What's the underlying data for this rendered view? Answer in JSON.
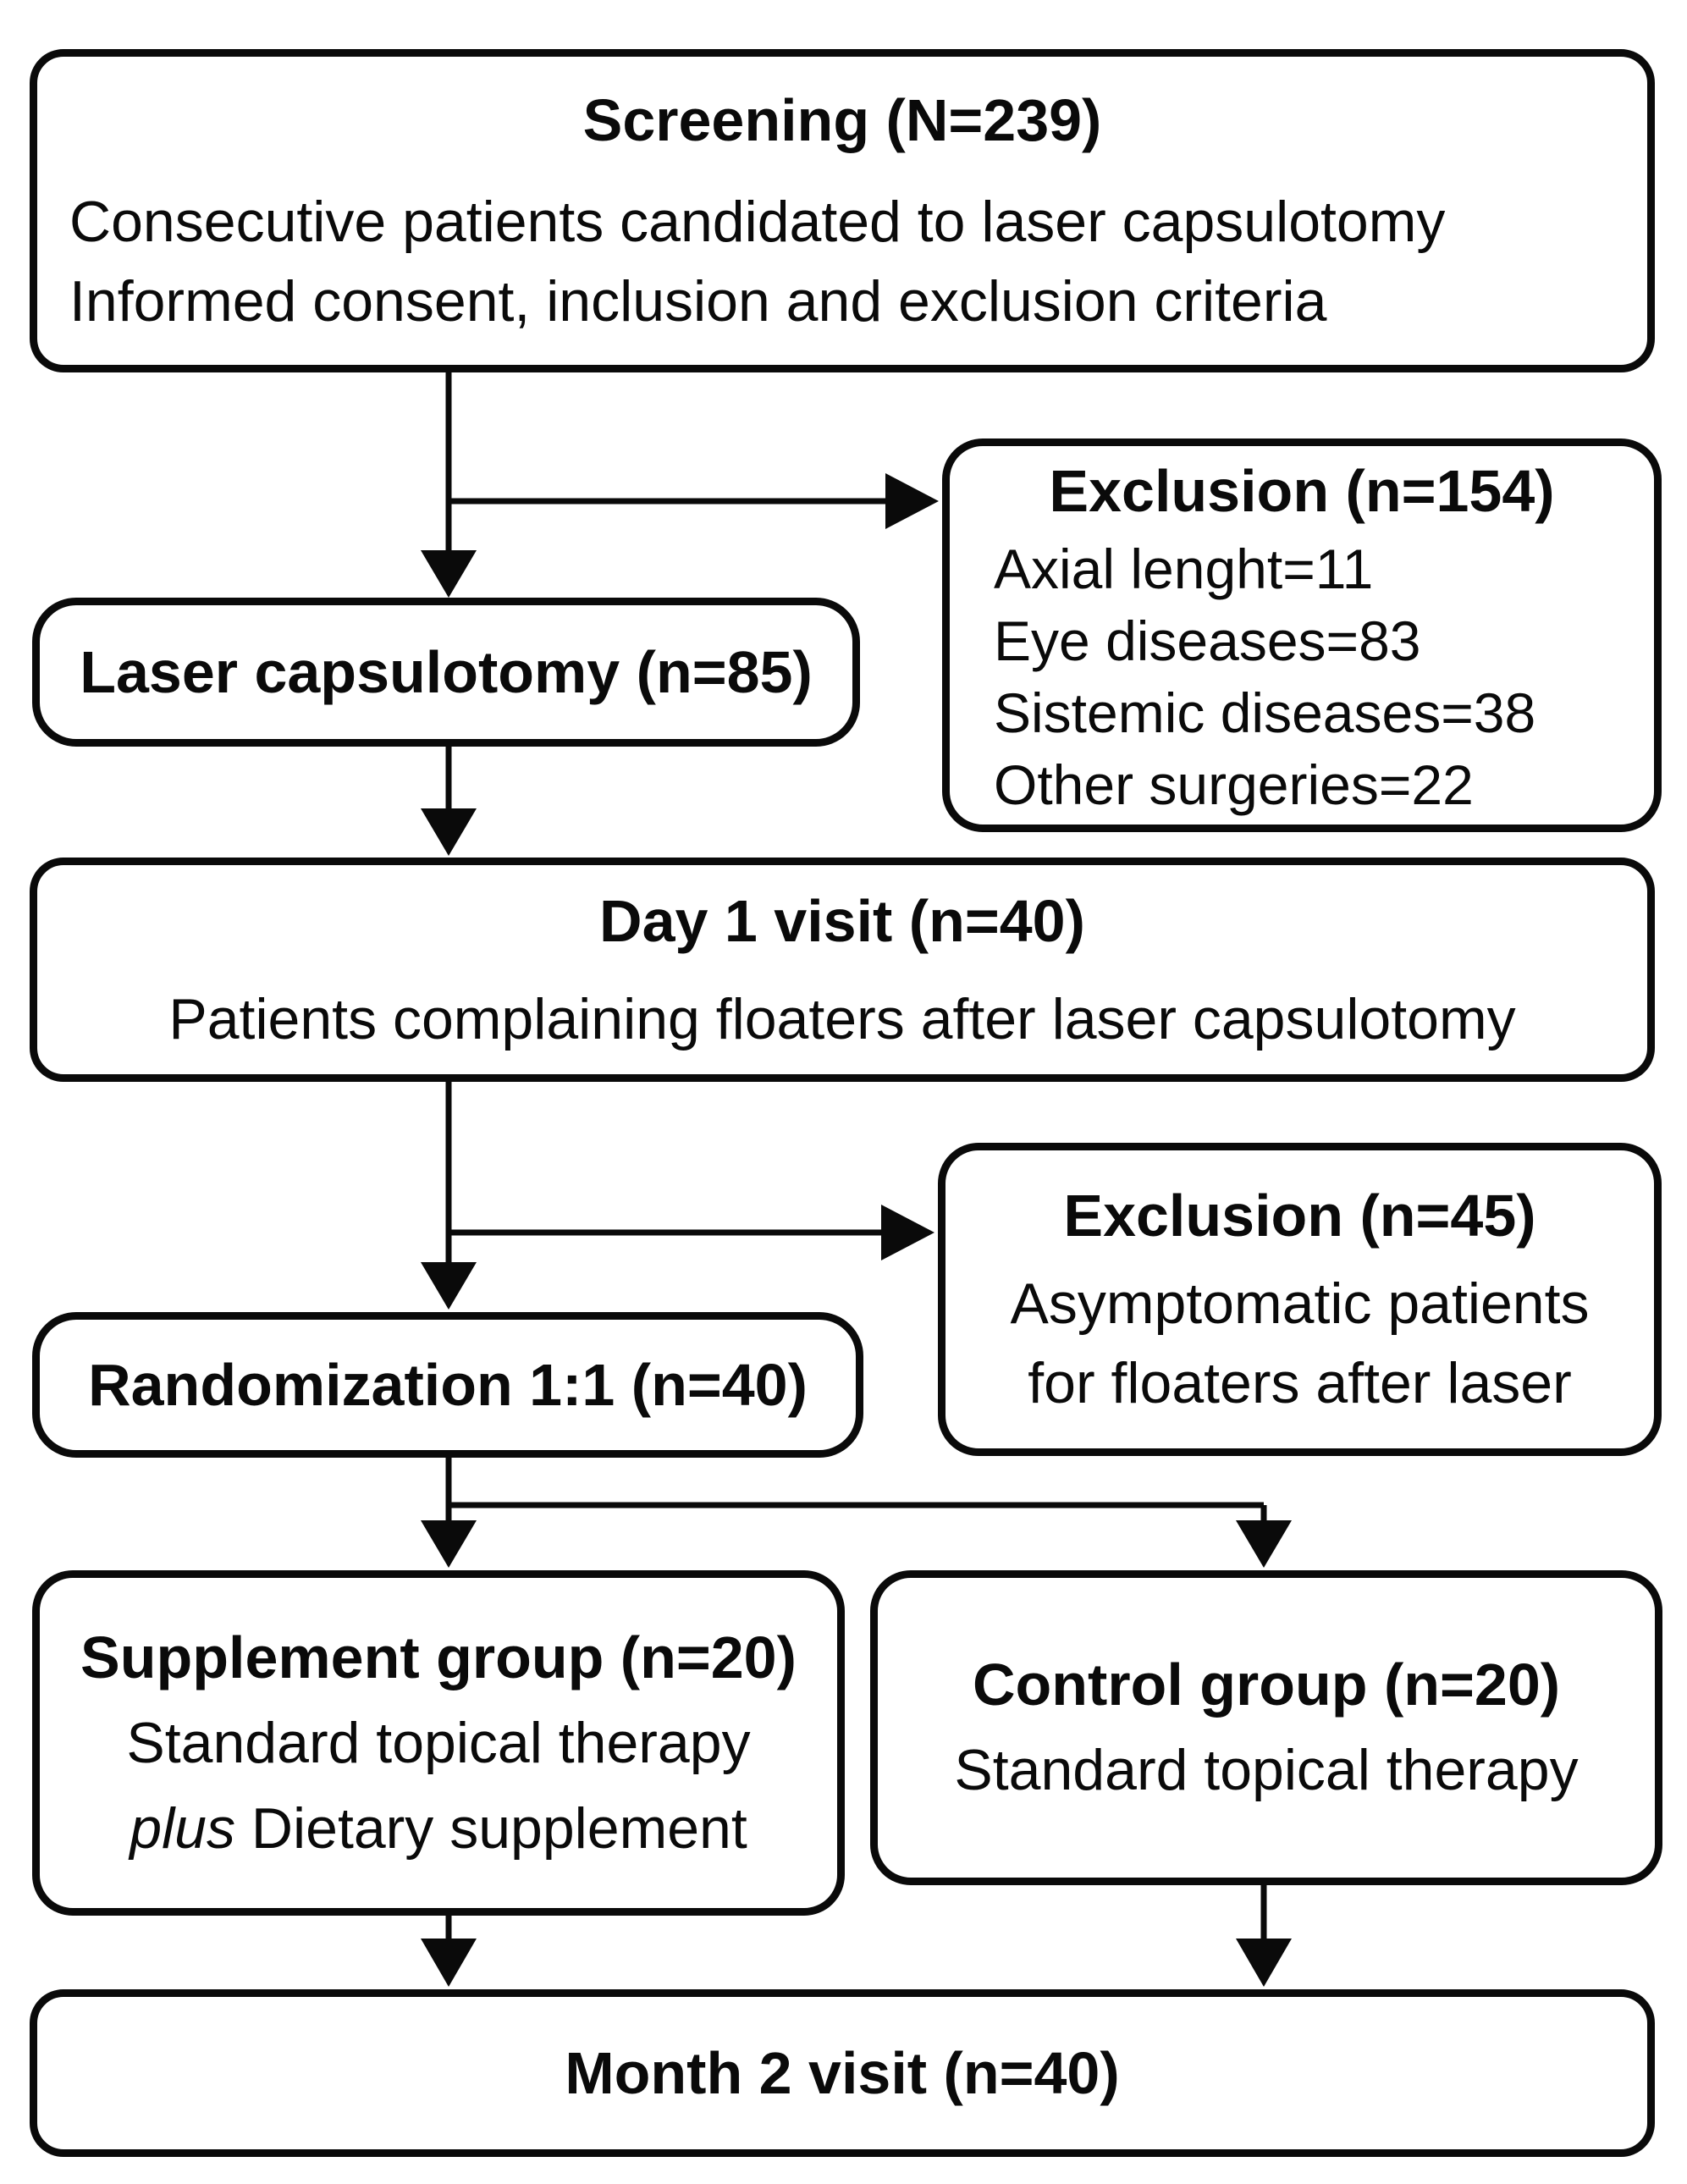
{
  "colors": {
    "line": "#0a0a0a",
    "background": "#ffffff",
    "text": "#0a0a0a"
  },
  "boxes": {
    "screening": {
      "title": "Screening (N=239)",
      "lines": [
        "Consecutive patients candidated to laser capsulotomy",
        "Informed consent, inclusion and exclusion criteria"
      ]
    },
    "exclusion_screening": {
      "title": "Exclusion (n=154)",
      "items": [
        "Axial lenght=11",
        "Eye diseases=83",
        "Sistemic diseases=38",
        "Other surgeries=22"
      ]
    },
    "laser_capsulotomy": {
      "title": "Laser capsulotomy (n=85)"
    },
    "day1_visit": {
      "title": "Day 1 visit (n=40)",
      "lines": [
        "Patients complaining floaters after laser capsulotomy"
      ]
    },
    "exclusion_day1": {
      "title": "Exclusion (n=45)",
      "lines": [
        "Asymptomatic patients",
        "for floaters after laser"
      ]
    },
    "randomization": {
      "title": "Randomization 1:1 (n=40)"
    },
    "supplement_group": {
      "title": "Supplement group (n=20)",
      "line": "Standard topical therapy",
      "emphasis": "plus",
      "emphasis_rest": "Dietary supplement"
    },
    "control_group": {
      "title": "Control group (n=20)",
      "line": "Standard topical therapy"
    },
    "month2_visit": {
      "title": "Month 2 visit (n=40)"
    }
  }
}
